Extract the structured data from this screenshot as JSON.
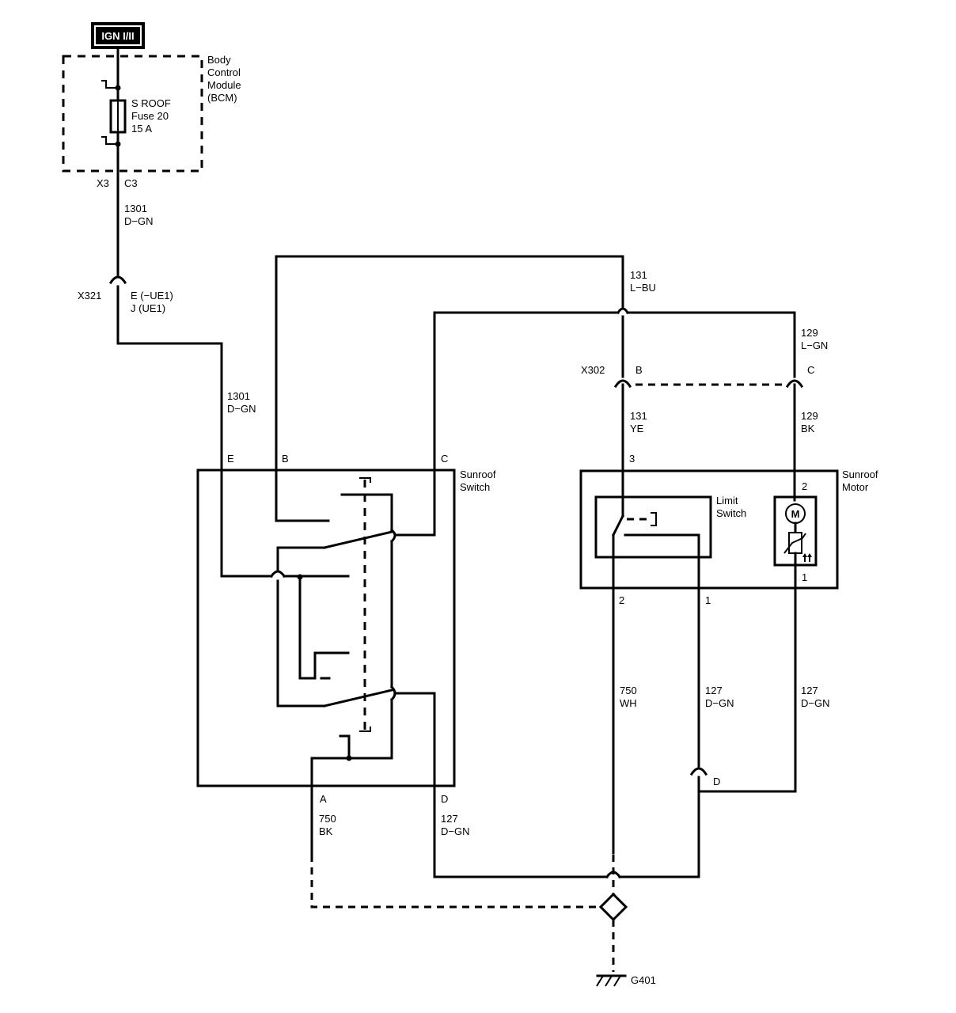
{
  "power_source": {
    "label": "IGN I/II"
  },
  "bcm": {
    "name_lines": [
      "Body",
      "Control",
      "Module",
      "(BCM)"
    ],
    "fuse_lines": [
      "S ROOF",
      "Fuse 20",
      "15 A"
    ],
    "connector": "X3",
    "pin": "C3"
  },
  "wires": {
    "w1301_top": {
      "circuit": "1301",
      "color": "D−GN"
    },
    "w1301_mid": {
      "circuit": "1301",
      "color": "D−GN"
    },
    "w131_top": {
      "circuit": "131",
      "color": "L−BU"
    },
    "w129_top": {
      "circuit": "129",
      "color": "L−GN"
    },
    "w131_low": {
      "circuit": "131",
      "color": "YE"
    },
    "w129_low": {
      "circuit": "129",
      "color": "BK"
    },
    "w750_wh": {
      "circuit": "750",
      "color": "WH"
    },
    "w127_mid": {
      "circuit": "127",
      "color": "D−GN"
    },
    "w127_right": {
      "circuit": "127",
      "color": "D−GN"
    },
    "w750_bk": {
      "circuit": "750",
      "color": "BK"
    },
    "w127_left": {
      "circuit": "127",
      "color": "D−GN"
    }
  },
  "x321": {
    "name": "X321",
    "pin_lines": [
      "E (−UE1)",
      "J (UE1)"
    ]
  },
  "x302": {
    "name": "X302",
    "pin_b": "B",
    "pin_c": "C"
  },
  "sunroof_switch": {
    "name_lines": [
      "Sunroof",
      "Switch"
    ],
    "pins": {
      "e": "E",
      "b": "B",
      "c": "C",
      "a": "A",
      "d": "D"
    }
  },
  "sunroof_motor": {
    "name_lines": [
      "Sunroof",
      "Motor"
    ],
    "pins": {
      "p3": "3",
      "p2_top": "2",
      "p2_bottom": "2",
      "p1_mid": "1",
      "p1_right": "1"
    },
    "motor_symbol": "M"
  },
  "limit_switch": {
    "name_lines": [
      "Limit",
      "Switch"
    ]
  },
  "inline_d": {
    "pin": "D"
  },
  "ground": {
    "name": "G401"
  },
  "icons": [
    "fuse-icon",
    "motor-icon",
    "ptc-thermistor-icon",
    "splice-icon",
    "ground-icon",
    "connector-icon"
  ]
}
